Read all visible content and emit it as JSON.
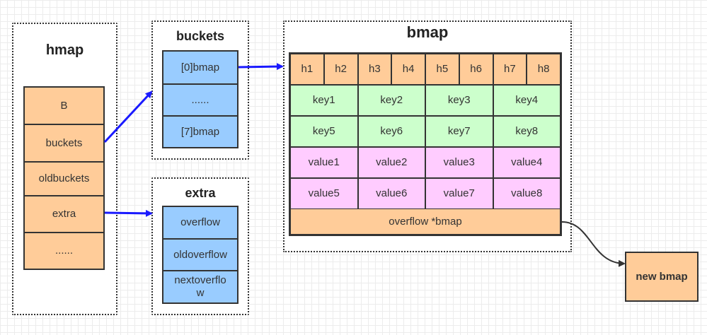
{
  "hmap": {
    "title": "hmap",
    "fields": [
      "B",
      "buckets",
      "oldbuckets",
      "extra",
      "......"
    ]
  },
  "buckets": {
    "title": "buckets",
    "items": [
      "[0]bmap",
      "......",
      "[7]bmap"
    ]
  },
  "extra": {
    "title": "extra",
    "items": [
      "overflow",
      "oldoverflow",
      "nextoverflo\nw"
    ]
  },
  "bmap": {
    "title": "bmap",
    "tophash": [
      "h1",
      "h2",
      "h3",
      "h4",
      "h5",
      "h6",
      "h7",
      "h8"
    ],
    "keys": [
      "key1",
      "key2",
      "key3",
      "key4",
      "key5",
      "key6",
      "key7",
      "key8"
    ],
    "values": [
      "value1",
      "value2",
      "value3",
      "value4",
      "value5",
      "value6",
      "value7",
      "value8"
    ],
    "overflow": "overflow *bmap"
  },
  "new_bmap": {
    "label": "new bmap"
  },
  "colors": {
    "orange": "#ffcc99",
    "blue": "#99ccff",
    "green": "#ccffcc",
    "pink": "#ffccff",
    "arrow": "#1a1aff"
  }
}
